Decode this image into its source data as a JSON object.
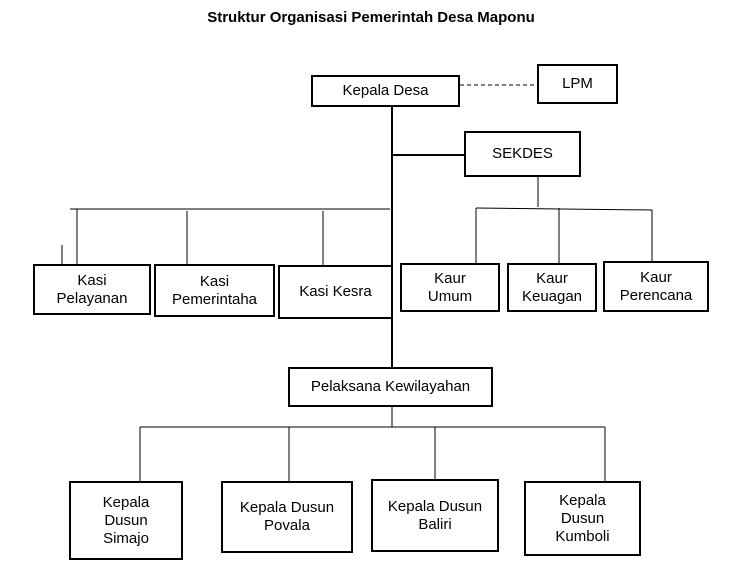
{
  "title": "Struktur Organisasi Pemerintah Desa Maponu",
  "nodes": {
    "kepala_desa": "Kepala Desa",
    "lpm": "LPM",
    "sekdes": "SEKDES",
    "kasi_pelayanan": "Kasi\nPelayanan",
    "kasi_pemerintaha": "Kasi\nPemerintaha",
    "kasi_kesra": "Kasi Kesra",
    "kaur_umum": "Kaur\nUmum",
    "kaur_keuagan": "Kaur\nKeuagan",
    "kaur_perencana": "Kaur\nPerencana",
    "pelaksana_kewilayahan": "Pelaksana Kewilayahan",
    "kadus_simajo": "Kepala\nDusun\nSimajo",
    "kadus_povala": "Kepala Dusun\nPovala",
    "kadus_baliri": "Kepala Dusun\nBaliri",
    "kadus_kumboli": "Kepala\nDusun\nKumboli"
  }
}
